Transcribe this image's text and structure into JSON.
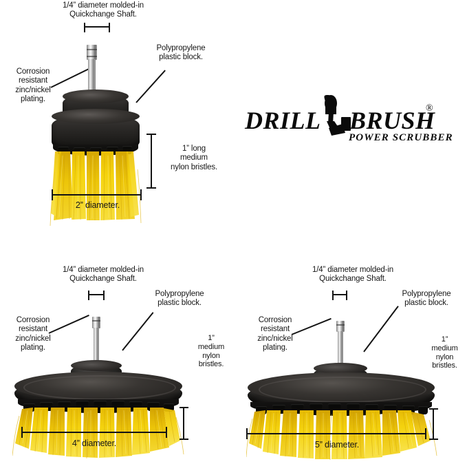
{
  "page": {
    "kind": "product-infographic",
    "background_color": "#ffffff",
    "ink_color": "#161616"
  },
  "brand": {
    "word_one": "DRILL",
    "word_two": "BRUSH",
    "registered_mark": "®",
    "tagline": "POWER SCRUBBER",
    "icon_name": "drill-brush-silhouette-icon",
    "color": "#0b0b0b"
  },
  "colors": {
    "bristle_yellow": "#F2CE0B",
    "bristle_yellow_dark": "#D9A906",
    "bristle_yellow_light": "#FDEB6A",
    "plastic_black": "#1b1a18",
    "shaft_silver": "#b9b9b9",
    "line_black": "#141414"
  },
  "products": [
    {
      "id": "brush-2-inch",
      "name": "2 inch medium nylon drill brush",
      "diameter_label": "2” diameter.",
      "shaft_label": "1/4” diameter molded-in\nQuickchange Shaft.",
      "plating_label": "Corrosion\nresistant\nzinc/nickel\nplating.",
      "block_label": "Polypropylene\nplastic block.",
      "bristle_label": "1” long\nmedium\nnylon bristles.",
      "block_style": "stacked-cylinder"
    },
    {
      "id": "brush-4-inch",
      "name": "4 inch medium nylon drill brush",
      "diameter_label": "4” diameter.",
      "shaft_label": "1/4” diameter molded-in\nQuickchange Shaft.",
      "plating_label": "Corrosion\nresistant\nzinc/nickel\nplating.",
      "block_label": "Polypropylene\nplastic block.",
      "bristle_label": "1”\nmedium\nnylon\nbristles.",
      "block_style": "flat-disc"
    },
    {
      "id": "brush-5-inch",
      "name": "5 inch medium nylon drill brush",
      "diameter_label": "5” diameter.",
      "shaft_label": "1/4” diameter molded-in\nQuickchange Shaft.",
      "plating_label": "Corrosion\nresistant\nzinc/nickel\nplating.",
      "block_label": "Polypropylene\nplastic block.",
      "bristle_label": "1”\nmedium\nnylon\nbristles.",
      "block_style": "flat-disc"
    }
  ]
}
